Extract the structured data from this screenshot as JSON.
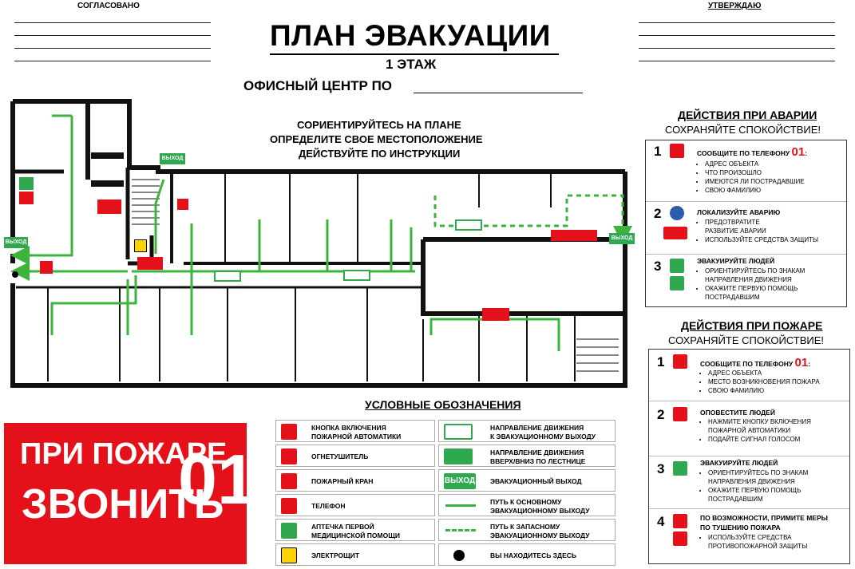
{
  "header": {
    "approved_left": "СОГЛАСОВАНО",
    "approved_right": "УТВЕРЖДАЮ",
    "title": "ПЛАН ЭВАКУАЦИИ",
    "floor": "1 ЭТАЖ",
    "office": "ОФИСНЫЙ ЦЕНТР ПО"
  },
  "plan": {
    "orient_1": "СОРИЕНТИРУЙТЕСЬ НА ПЛАНЕ",
    "orient_2": "ОПРЕДЕЛИТЕ СВОЕ МЕСТОПОЛОЖЕНИЕ",
    "orient_3": "ДЕЙСТВУЙТЕ ПО ИНСТРУКЦИИ",
    "exit_label": "ВЫХОД"
  },
  "accident": {
    "title": "ДЕЙСТВИЯ ПРИ АВАРИИ",
    "subtitle": "СОХРАНЯЙТЕ СПОКОЙСТВИЕ!",
    "steps": [
      {
        "num": "1",
        "head": "СООБЩИТЕ ПО ТЕЛЕФОНУ",
        "phone": "01",
        "items": [
          "АДРЕС ОБЪЕКТА",
          "ЧТО ПРОИЗОШЛО",
          "ИМЕЮТСЯ ЛИ ПОСТРАДАВШИЕ",
          "СВОЮ ФАМИЛИЮ"
        ]
      },
      {
        "num": "2",
        "head": "ЛОКАЛИЗУЙТЕ АВАРИЮ",
        "items": [
          "ПРЕДОТВРАТИТЕ",
          "РАЗВИТИЕ АВАРИИ",
          "ИСПОЛЬЗУЙТЕ СРЕДСТВА ЗАЩИТЫ"
        ]
      },
      {
        "num": "3",
        "head": "ЭВАКУИРУЙТЕ ЛЮДЕЙ",
        "items": [
          "ОРИЕНТИРУЙТЕСЬ ПО ЗНАКАМ",
          "НАПРАВЛЕНИЯ ДВИЖЕНИЯ",
          "ОКАЖИТЕ ПЕРВУЮ ПОМОЩЬ",
          "ПОСТРАДАВШИМ"
        ]
      }
    ]
  },
  "fire": {
    "title": "ДЕЙСТВИЯ ПРИ ПОЖАРЕ",
    "subtitle": "СОХРАНЯЙТЕ СПОКОЙСТВИЕ!",
    "steps": [
      {
        "num": "1",
        "head": "СООБЩИТЕ ПО ТЕЛЕФОНУ",
        "phone": "01",
        "items": [
          "АДРЕС ОБЪЕКТА",
          "МЕСТО ВОЗНИКНОВЕНИЯ ПОЖАРА",
          "СВОЮ ФАМИЛИЮ"
        ]
      },
      {
        "num": "2",
        "head": "ОПОВЕСТИТЕ ЛЮДЕЙ",
        "items": [
          "НАЖМИТЕ КНОПКУ ВКЛЮЧЕНИЯ",
          "ПОЖАРНОЙ АВТОМАТИКИ",
          "ПОДАЙТЕ СИГНАЛ ГОЛОСОМ"
        ]
      },
      {
        "num": "3",
        "head": "ЭВАКУИРУЙТЕ ЛЮДЕЙ",
        "items": [
          "ОРИЕНТИРУЙТЕСЬ ПО ЗНАКАМ",
          "НАПРАВЛЕНИЯ ДВИЖЕНИЯ",
          "ОКАЖИТЕ ПЕРВУЮ ПОМОЩЬ",
          "ПОСТРАДАВШИМ"
        ]
      },
      {
        "num": "4",
        "head": "ПО ВОЗМОЖНОСТИ, ПРИМИТЕ МЕРЫ",
        "head2": "ПО ТУШЕНИЮ ПОЖАРА",
        "items": [
          "ИСПОЛЬЗУЙТЕ СРЕДСТВА",
          "ПРОТИВОПОЖАРНОЙ ЗАЩИТЫ"
        ]
      }
    ]
  },
  "legend": {
    "title": "УСЛОВНЫЕ ОБОЗНАЧЕНИЯ",
    "left": [
      {
        "icon": "fire-alarm-button-icon",
        "l1": "КНОПКА ВКЛЮЧЕНИЯ",
        "l2": "ПОЖАРНОЙ АВТОМАТИКИ"
      },
      {
        "icon": "extinguisher-icon",
        "l1": "ОГНЕТУШИТЕЛЬ",
        "l2": ""
      },
      {
        "icon": "fire-hydrant-icon",
        "l1": "ПОЖАРНЫЙ КРАН",
        "l2": ""
      },
      {
        "icon": "phone-icon",
        "l1": "ТЕЛЕФОН",
        "l2": ""
      },
      {
        "icon": "first-aid-icon",
        "l1": "АПТЕЧКА ПЕРВОЙ",
        "l2": "МЕДИЦИНСКОЙ ПОМОЩИ"
      },
      {
        "icon": "electrical-panel-icon",
        "l1": "ЭЛЕКТРОЩИТ",
        "l2": ""
      }
    ],
    "right": [
      {
        "icon": "exit-direction-icon",
        "l1": "НАПРАВЛЕНИЕ ДВИЖЕНИЯ",
        "l2": "К ЭВАКУАЦИОННОМУ ВЫХОДУ"
      },
      {
        "icon": "stairs-direction-icon",
        "l1": "НАПРАВЛЕНИЕ ДВИЖЕНИЯ",
        "l2": "ВВЕРХ/ВНИЗ ПО ЛЕСТНИЦЕ"
      },
      {
        "icon": "exit-sign-icon",
        "l1": "ЭВАКУАЦИОННЫЙ ВЫХОД",
        "l2": "",
        "sign": "ВЫХОД"
      },
      {
        "icon": "main-route-icon",
        "l1": "ПУТЬ К ОСНОВНОМУ",
        "l2": "ЭВАКУАЦИОННОМУ ВЫХОДУ"
      },
      {
        "icon": "reserve-route-icon",
        "l1": "ПУТЬ К ЗАПАСНОМУ",
        "l2": "ЭВАКУАЦИОННОМУ ВЫХОДУ"
      },
      {
        "icon": "you-are-here-icon",
        "l1": "ВЫ НАХОДИТЕСЬ ЗДЕСЬ",
        "l2": ""
      }
    ]
  },
  "fire_call": {
    "line1": "ПРИ ПОЖАРЕ",
    "line2": "ЗВОНИТЬ",
    "number": "01"
  },
  "colors": {
    "red": "#e4111b",
    "green": "#2fa84f",
    "route": "#3cb43c"
  }
}
